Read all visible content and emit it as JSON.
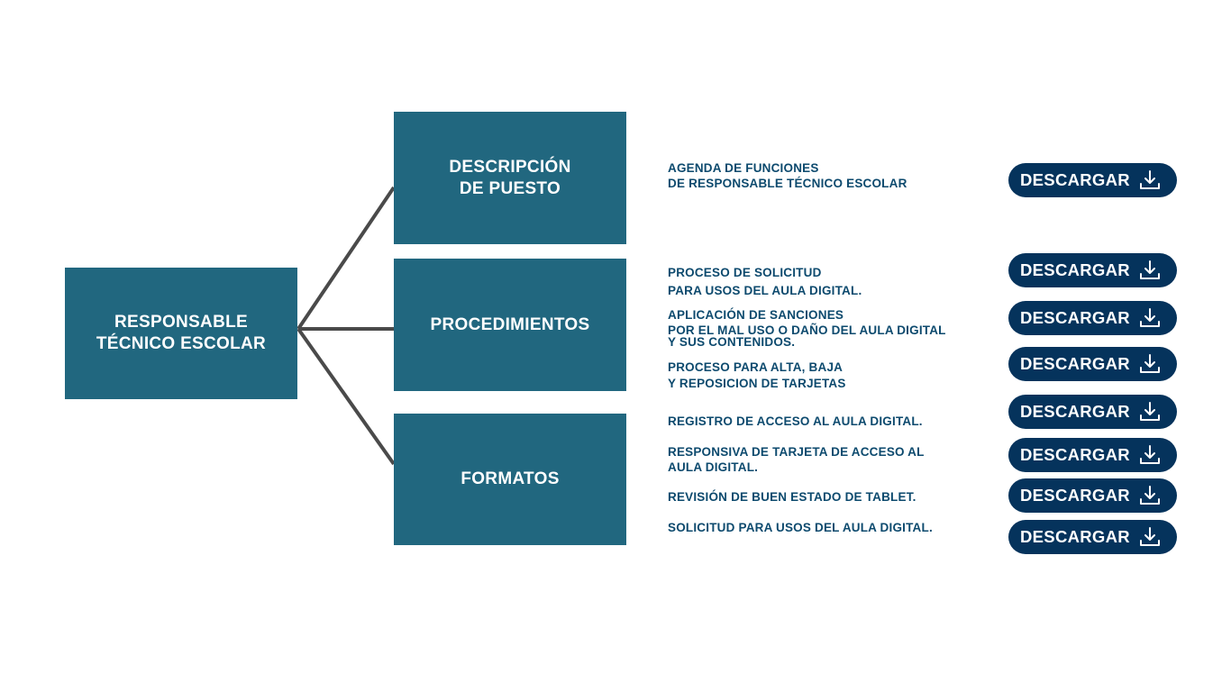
{
  "root": {
    "lines": [
      "RESPONSABLE",
      "TÉCNICO ESCOLAR"
    ]
  },
  "categories": [
    {
      "lines": [
        "DESCRIPCIÓN",
        "DE PUESTO"
      ]
    },
    {
      "lines": [
        "PROCEDIMIENTOS"
      ]
    },
    {
      "lines": [
        "FORMATOS"
      ]
    }
  ],
  "button_label": "DESCARGAR",
  "items": [
    {
      "lines": [
        "AGENDA DE FUNCIONES",
        "DE RESPONSABLE TÉCNICO ESCOLAR"
      ]
    },
    {
      "lines": [
        "PROCESO DE SOLICITUD",
        "PARA USOS DEL AULA DIGITAL."
      ]
    },
    {
      "lines": [
        "APLICACIÓN DE SANCIONES",
        "POR EL MAL USO O DAÑO DEL AULA DIGITAL",
        "Y SUS CONTENIDOS."
      ]
    },
    {
      "lines": [
        "PROCESO PARA ALTA, BAJA",
        "Y REPOSICION DE TARJETAS"
      ]
    },
    {
      "lines": [
        "REGISTRO DE ACCESO AL AULA DIGITAL."
      ]
    },
    {
      "lines": [
        "RESPONSIVA DE TARJETA DE ACCESO AL",
        "AULA DIGITAL."
      ]
    },
    {
      "lines": [
        "REVISIÓN DE BUEN ESTADO DE TABLET."
      ]
    },
    {
      "lines": [
        "SOLICITUD PARA USOS DEL AULA DIGITAL."
      ]
    }
  ]
}
